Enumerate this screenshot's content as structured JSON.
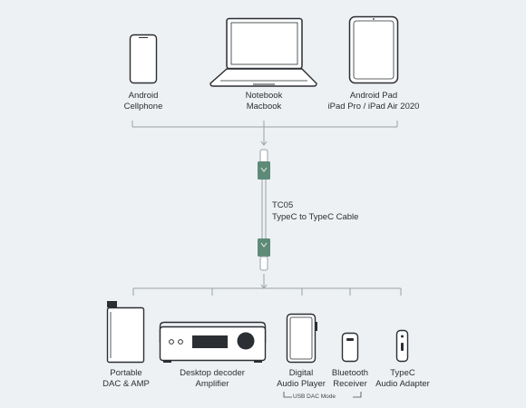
{
  "sources": [
    {
      "line1": "Android",
      "line2": "Cellphone",
      "icon": "smartphone-icon"
    },
    {
      "line1": "Notebook",
      "line2": "Macbook",
      "icon": "laptop-icon"
    },
    {
      "line1": "Android Pad",
      "line2": "iPad Pro / iPad Air 2020",
      "icon": "tablet-icon"
    }
  ],
  "cable": {
    "model": "TC05",
    "name": "TypeC to TypeC Cable",
    "plug_color": "#5e8b78"
  },
  "destinations": [
    {
      "line1": "Portable",
      "line2": "DAC & AMP",
      "icon": "portable-dac-icon"
    },
    {
      "line1": "Desktop decoder",
      "line2": "Amplifier",
      "icon": "desktop-amplifier-icon"
    },
    {
      "line1": "Digital",
      "line2": "Audio Player",
      "icon": "audio-player-icon"
    },
    {
      "line1": "Bluetooth",
      "line2": "Receiver",
      "icon": "bluetooth-receiver-icon"
    },
    {
      "line1": "TypeC",
      "line2": "Audio Adapter",
      "icon": "typec-adapter-icon"
    }
  ],
  "usb_dac_note": "USB DAC Mode",
  "colors": {
    "background": "#edf1f3",
    "line": "#2b2f33",
    "connector": "#9aa1a6",
    "accent": "#5e8b78"
  }
}
